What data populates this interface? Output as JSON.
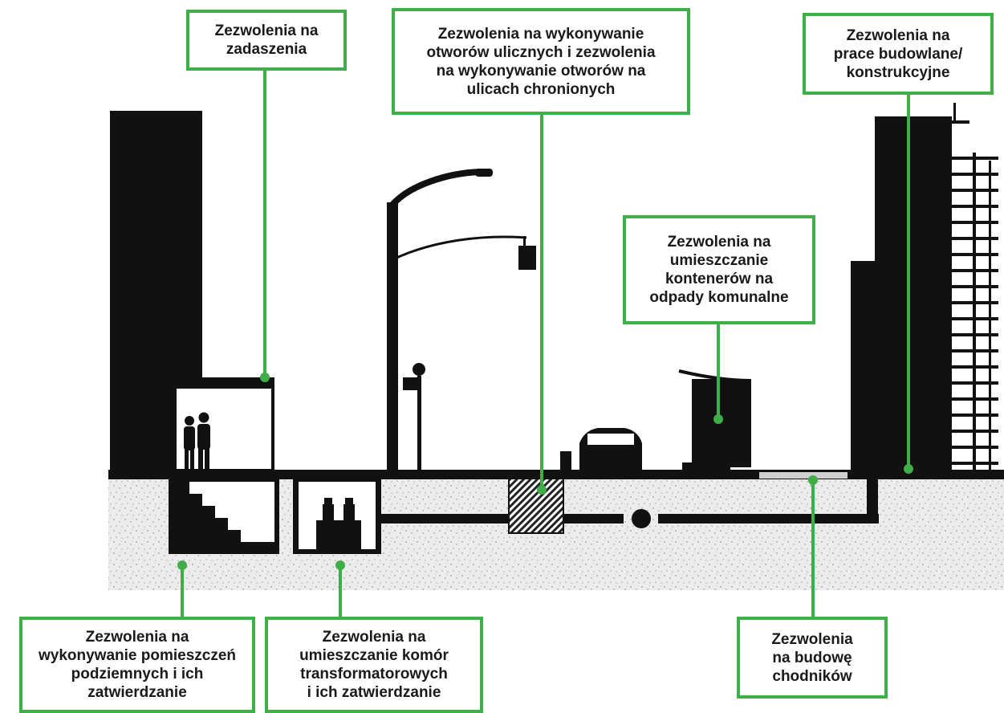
{
  "colors": {
    "accent": "#3fae49",
    "ink": "#111111",
    "ground": "#e9e9e9",
    "background": "#ffffff"
  },
  "labels": {
    "awnings": "Zezwolenia na\nzadaszenia",
    "street_openings": "Zezwolenia na wykonywanie\notworów ulicznych i zezwolenia\nna wykonywanie otworów na\nulicach chronionych",
    "construction": "Zezwolenia na\nprace budowlane/\nkonstrukcyjne",
    "waste_containers": "Zezwolenia na\numieszczanie\nkontenerów na\nodpady komunalne",
    "vaults": "Zezwolenia na\nwykonywanie pomieszczeń\npodziemnych i ich\nzatwierdzanie",
    "transformer_vaults": "Zezwolenia na\numieszczanie komór\ntransformatorowych\ni ich zatwierdzanie",
    "sidewalks": "Zezwolenia\nna budowę\nchodników"
  }
}
